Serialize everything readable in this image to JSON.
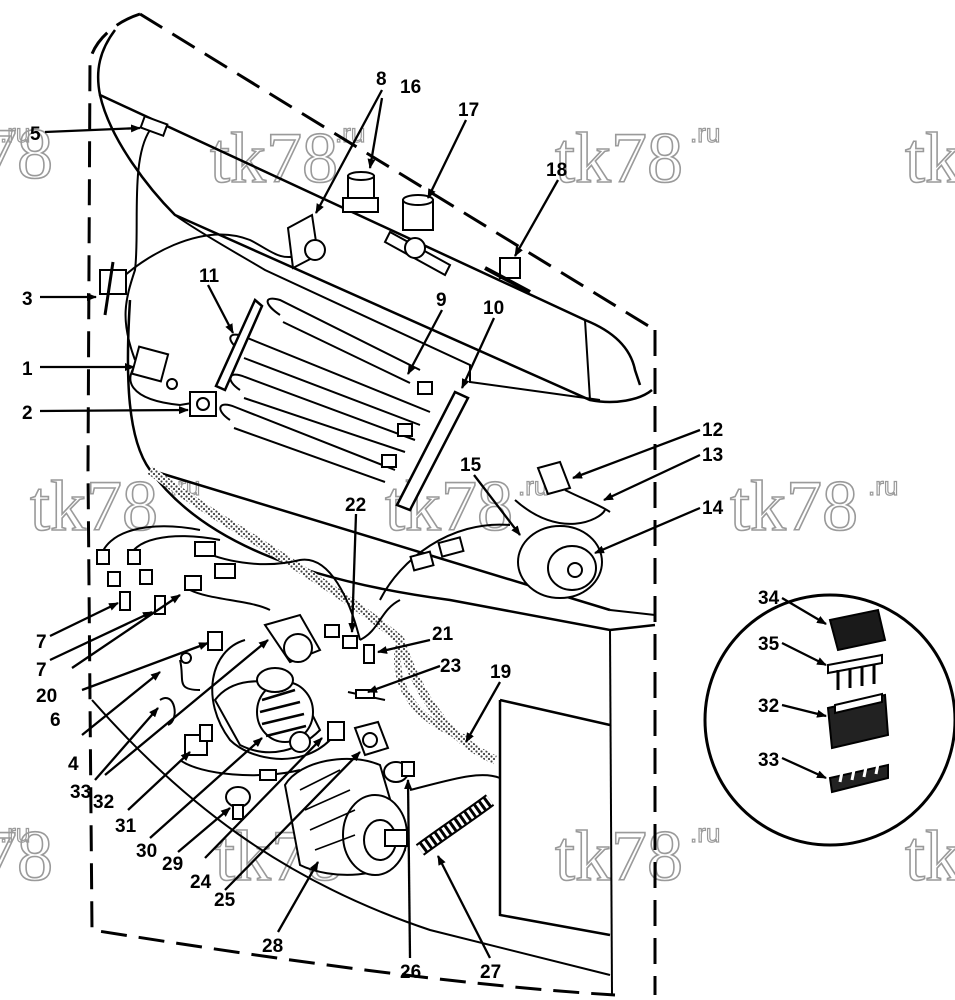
{
  "watermark": {
    "main": "tk78",
    "suffix": ".ru"
  },
  "callouts": [
    "1",
    "2",
    "3",
    "4",
    "5",
    "6",
    "7",
    "7",
    "8",
    "9",
    "10",
    "11",
    "12",
    "13",
    "14",
    "15",
    "16",
    "17",
    "18",
    "19",
    "20",
    "21",
    "22",
    "23",
    "24",
    "25",
    "26",
    "27",
    "28",
    "29",
    "30",
    "31",
    "32",
    "33",
    "34",
    "35",
    "32",
    "33"
  ],
  "colors": {
    "line": "#000000",
    "watermark": "#9a9a9a",
    "background": "#ffffff"
  }
}
